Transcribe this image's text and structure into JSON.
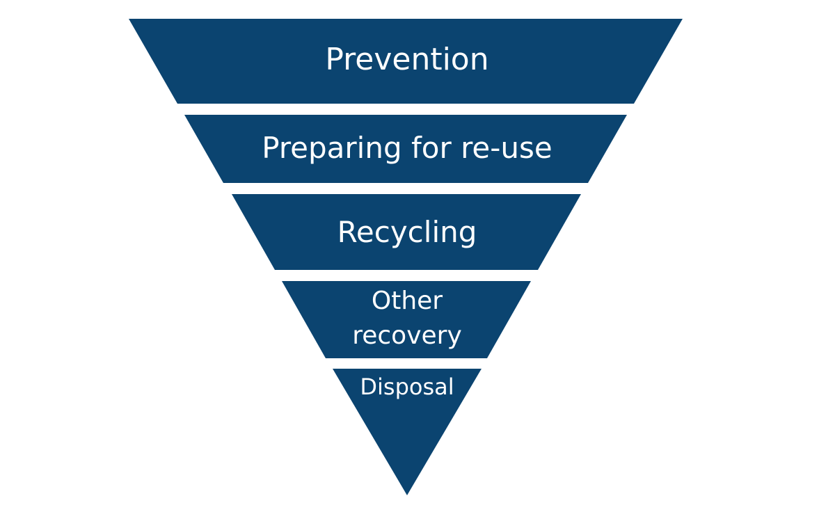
{
  "diagram": {
    "fill_color": "#0b4470",
    "text_color": "#ffffff",
    "tiers": [
      {
        "label": "Prevention",
        "lines": [
          "Prevention"
        ]
      },
      {
        "label": "Preparing for re-use",
        "lines": [
          "Preparing for re-use"
        ]
      },
      {
        "label": "Recycling",
        "lines": [
          "Recycling"
        ]
      },
      {
        "label": "Other recovery",
        "lines": [
          "Other",
          "recovery"
        ]
      },
      {
        "label": "Disposal",
        "lines": [
          "Disposal"
        ]
      }
    ]
  }
}
